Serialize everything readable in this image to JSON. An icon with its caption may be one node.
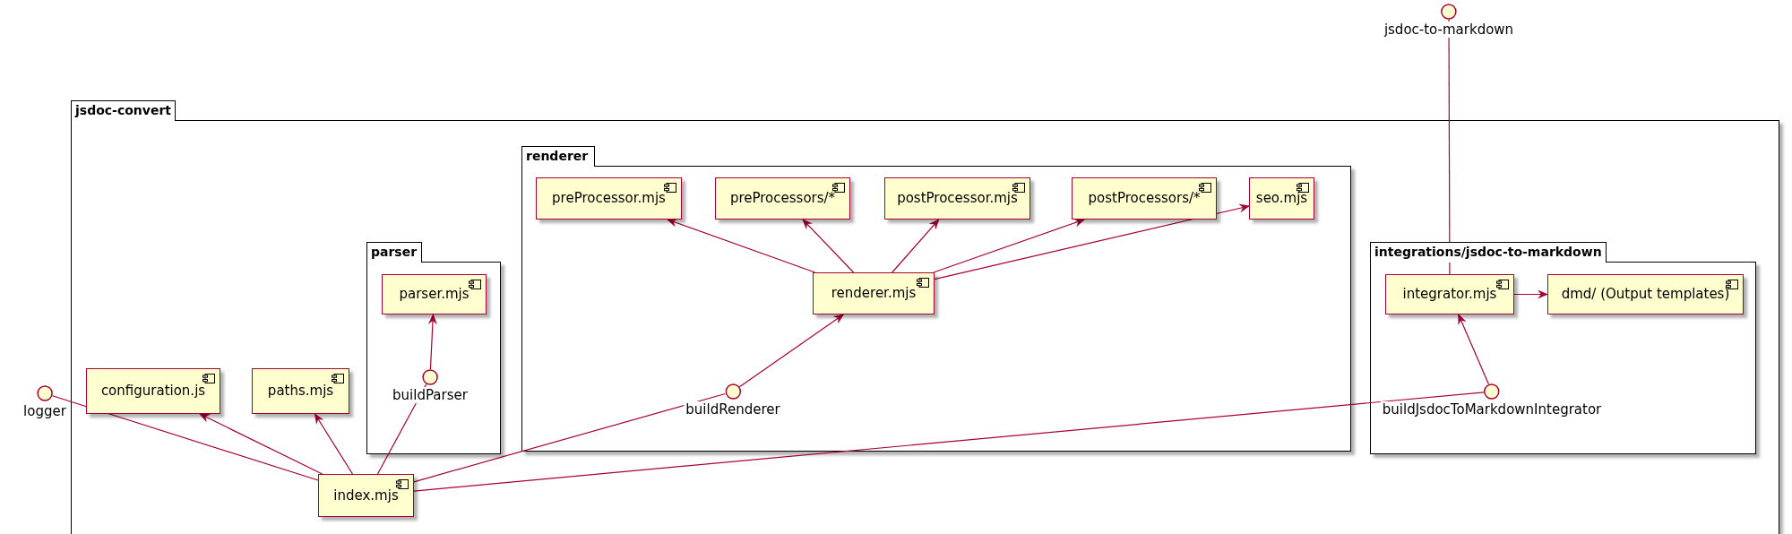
{
  "diagram": {
    "nodes": [
      {
        "text": [
          "jsdoc-convert"
        ]
      },
      {
        "text": [
          "parser"
        ],
        "in": 0
      },
      {
        "text": [
          "parser.mjs"
        ],
        "in": 1
      },
      {
        "text": [
          "buildParser"
        ],
        "in": 1
      },
      {
        "text": [
          "renderer"
        ],
        "in": 0
      },
      {
        "text": [
          "preProcessor.mjs"
        ],
        "in": 4
      },
      {
        "text": [
          "preProcessors/*"
        ],
        "in": 4
      },
      {
        "text": [
          "postProcessor.mjs"
        ],
        "in": 4
      },
      {
        "text": [
          "postProcessors/*"
        ],
        "in": 4
      },
      {
        "text": [
          "seo.mjs"
        ],
        "in": 4
      },
      {
        "text": [
          "renderer.mjs"
        ],
        "in": 4
      },
      {
        "text": [
          "buildRenderer"
        ],
        "in": 4
      },
      {
        "text": [
          "integrations/jsdoc-to-markdown"
        ],
        "in": 0
      },
      {
        "text": [
          "integrator.mjs"
        ],
        "in": 12
      },
      {
        "text": [
          "dmd/ (Output templates)"
        ],
        "in": 12
      },
      {
        "text": [
          "buildJsdocToMarkdownIntegrator"
        ],
        "in": 12
      },
      {
        "text": [
          "jsdoc-to-markdown"
        ]
      },
      {
        "text": [
          "logger"
        ]
      },
      {
        "text": [
          "configuration.js"
        ],
        "in": 0
      },
      {
        "text": [
          "paths.mjs"
        ],
        "in": 0
      },
      {
        "text": [
          "index.mjs"
        ],
        "in": 0
      }
    ],
    "edges": [
      {
        "from": 10,
        "to": 5,
        "arrow": "to"
      },
      {
        "from": 10,
        "to": 6,
        "arrow": "to"
      },
      {
        "from": 10,
        "to": 7,
        "arrow": "to"
      },
      {
        "from": 10,
        "to": 8,
        "arrow": "to"
      },
      {
        "from": 10,
        "to": 9,
        "arrow": "to"
      },
      {
        "from": 11,
        "to": 10,
        "arrow": "to"
      },
      {
        "from": 3,
        "to": 2,
        "arrow": "to"
      },
      {
        "from": 15,
        "to": 13,
        "arrow": "to"
      },
      {
        "from": 13,
        "to": 14,
        "arrow": "to"
      },
      {
        "from": 16,
        "to": 13,
        "arrow": "none"
      },
      {
        "from": 20,
        "to": 18,
        "arrow": "to"
      },
      {
        "from": 20,
        "to": 19,
        "arrow": "to"
      },
      {
        "from": 17,
        "to": 20,
        "arrow": "none"
      },
      {
        "from": 3,
        "to": 20,
        "arrow": "none"
      },
      {
        "from": 11,
        "to": 20,
        "arrow": "none"
      },
      {
        "from": 15,
        "to": 20,
        "arrow": "none"
      }
    ]
  }
}
